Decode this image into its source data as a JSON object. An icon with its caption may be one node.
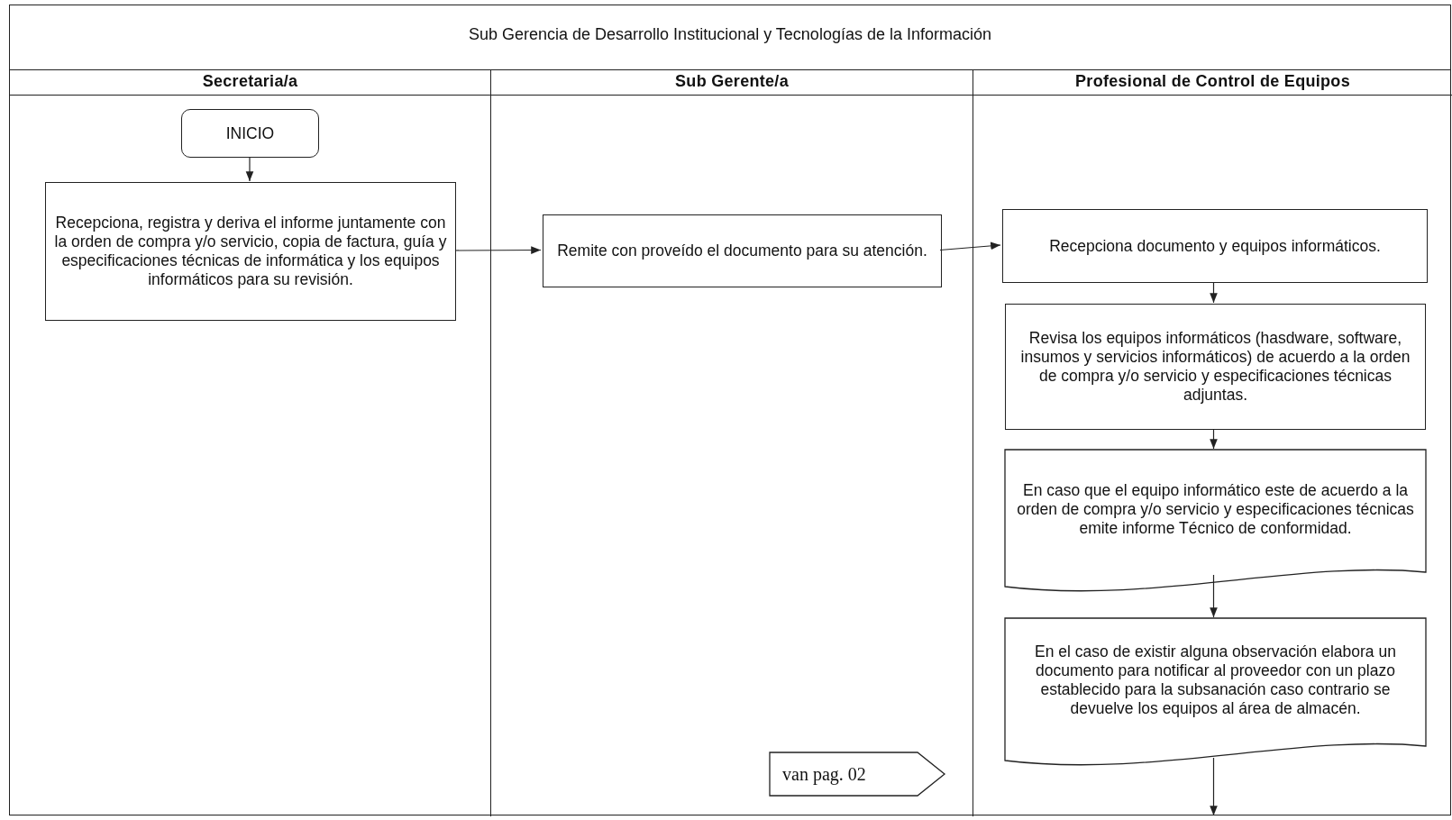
{
  "diagram": {
    "nodes": [
      {
        "text": [
          "Sub Gerencia de Desarrollo Institucional y Tecnologías de la Información"
        ]
      },
      {
        "text": [
          "Secretaria/a"
        ],
        "in": 0
      },
      {
        "text": [
          "Sub Gerente/a"
        ],
        "in": 0
      },
      {
        "text": [
          "Profesional de Control de Equipos"
        ],
        "in": 0
      },
      {
        "text": [
          "INICIO"
        ],
        "in": 1
      },
      {
        "text": [
          "Recepciona, registra y deriva el informe juntamente con la orden de compra y/o servicio, copia de factura, guía y especificaciones técnicas de informática y los equipos informáticos para su revisión."
        ],
        "in": 1
      },
      {
        "text": [
          "Remite con proveído el documento para su atención."
        ],
        "in": 2
      },
      {
        "text": [
          "Recepciona documento y equipos informáticos."
        ],
        "in": 3
      },
      {
        "text": [
          "Revisa los equipos informáticos (hasdware, software, insumos y servicios informáticos) de acuerdo a la orden de compra y/o servicio y especificaciones técnicas adjuntas."
        ],
        "in": 3
      },
      {
        "text": [
          "En caso que el equipo informático este de acuerdo a la orden de compra y/o servicio y especificaciones técnicas emite informe Técnico de conformidad."
        ],
        "in": 3
      },
      {
        "text": [
          "En el caso de existir alguna observación elabora un documento para notificar al proveedor con un plazo establecido para la subsanación caso contrario se devuelve los equipos al área de almacén."
        ],
        "in": 3
      },
      {
        "text": [
          "van pag. 02"
        ],
        "in": 2
      }
    ],
    "edges": [
      {
        "from": 4,
        "to": 5,
        "arrow": "to"
      },
      {
        "from": 5,
        "to": 6,
        "arrow": "to"
      },
      {
        "from": 6,
        "to": 7,
        "arrow": "to"
      },
      {
        "from": 7,
        "to": 8,
        "arrow": "to"
      },
      {
        "from": 8,
        "to": 9,
        "arrow": "to"
      },
      {
        "from": 9,
        "to": 10,
        "arrow": "to"
      },
      {
        "from": 10,
        "to": null,
        "arrow": "to"
      }
    ]
  }
}
